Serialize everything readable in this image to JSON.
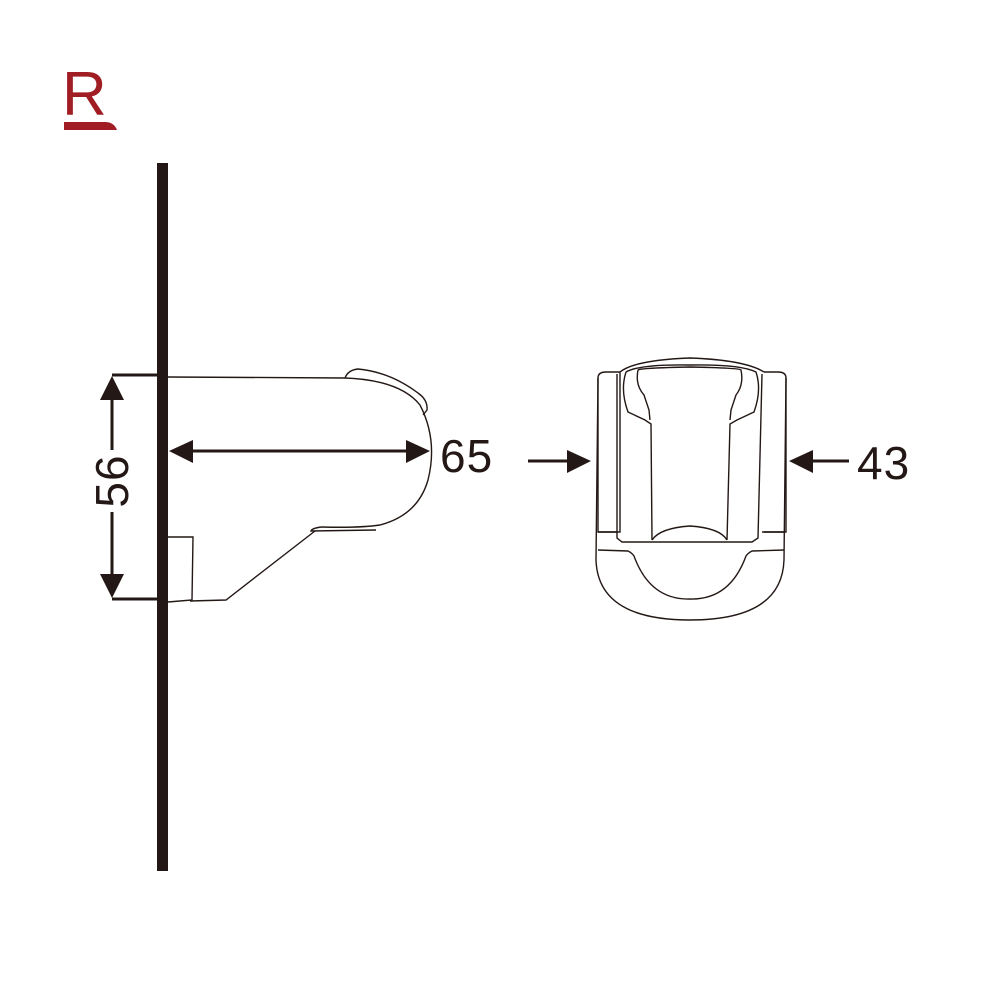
{
  "brand": {
    "logo_letter": "R",
    "color": "#a01e23"
  },
  "diagram": {
    "type": "product dimension drawing",
    "views": [
      {
        "name": "side view",
        "description": "wall-mounted holder shown in profile against wall"
      },
      {
        "name": "front view",
        "description": "holder shown from the front"
      }
    ],
    "line_color": "#231815",
    "dimensions": {
      "height": {
        "value": "56",
        "orientation": "vertical",
        "view": "side"
      },
      "depth": {
        "value": "65",
        "orientation": "horizontal",
        "view": "side"
      },
      "width": {
        "value": "43",
        "orientation": "horizontal",
        "view": "front"
      }
    }
  }
}
